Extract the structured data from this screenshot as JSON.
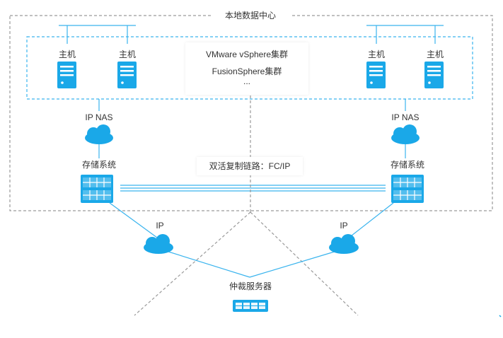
{
  "datacenter": {
    "title": "本地数据中心"
  },
  "hosts": [
    {
      "label": "主机"
    },
    {
      "label": "主机"
    },
    {
      "label": "主机"
    },
    {
      "label": "主机"
    }
  ],
  "clusters": {
    "vmware": "VMware  vSphere集群",
    "fusion": "FusionSphere集群",
    "more": "..."
  },
  "left_site": {
    "nas": "IP NAS",
    "storage": "存储系统",
    "link_ip": "IP"
  },
  "right_site": {
    "nas": "IP NAS",
    "storage": "存储系统",
    "link_ip": "IP"
  },
  "replication": {
    "label": "双活复制链路：FC/IP"
  },
  "arbiter": {
    "label": "仲裁服务器"
  },
  "colors": {
    "accent": "#1aa8e8",
    "line": "#3ab4ee",
    "dashed": "#9a9a9a",
    "host_dashed": "#3ab4ee"
  }
}
